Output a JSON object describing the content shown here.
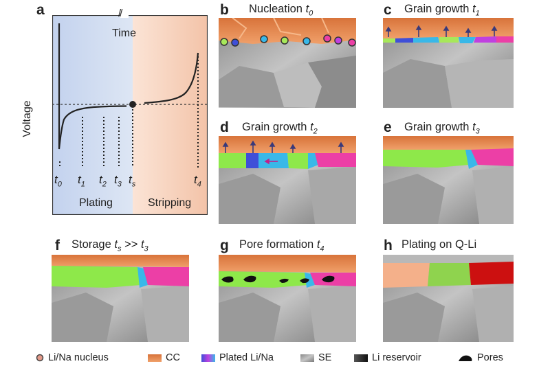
{
  "panels": {
    "a": {
      "label": "a",
      "time_axis_label": "Time",
      "voltage_axis_label": "Voltage",
      "plating_label": "Plating",
      "stripping_label": "Stripping",
      "ticks": [
        {
          "main": "t",
          "sub": "0"
        },
        {
          "main": "t",
          "sub": "1"
        },
        {
          "main": "t",
          "sub": "2"
        },
        {
          "main": "t",
          "sub": "3"
        },
        {
          "main": "t",
          "sub": "s"
        },
        {
          "main": "t",
          "sub": "4"
        }
      ],
      "axis_break": "//",
      "colors": {
        "plating_bg": "#c9d6ee",
        "stripping_bg": "#f6d2bf",
        "curve": "#222222"
      }
    },
    "b": {
      "label": "b",
      "title": "Nucleation",
      "time_main": "t",
      "time_sub": "0"
    },
    "c": {
      "label": "c",
      "title": "Grain growth",
      "time_main": "t",
      "time_sub": "1"
    },
    "d": {
      "label": "d",
      "title": "Grain growth",
      "time_main": "t",
      "time_sub": "2"
    },
    "e": {
      "label": "e",
      "title": "Grain growth",
      "time_main": "t",
      "time_sub": "3"
    },
    "f": {
      "label": "f",
      "title_prefix": "Storage",
      "ts_main": "t",
      "ts_sub": "s",
      "comparator": ">>",
      "t3_main": "t",
      "t3_sub": "3"
    },
    "g": {
      "label": "g",
      "title": "Pore formation",
      "time_main": "t",
      "time_sub": "4"
    },
    "h": {
      "label": "h",
      "title": "Plating on Q-Li"
    }
  },
  "legend": [
    {
      "label": "Li/Na nucleus",
      "icon": "nucleus-icon"
    },
    {
      "label": "CC",
      "icon": "cc-swatch-icon"
    },
    {
      "label": "Plated Li/Na",
      "icon": "plated-swatch-icon"
    },
    {
      "label": "SE",
      "icon": "se-swatch-icon"
    },
    {
      "label": "Li reservoir",
      "icon": "reservoir-swatch-icon"
    },
    {
      "label": "Pores",
      "icon": "pore-icon"
    }
  ],
  "colors": {
    "cc": "#e8894f",
    "se": "#a8a8a8",
    "green": "#8ee84a",
    "magenta": "#ec3fa6",
    "cyan": "#39b8e8",
    "blue": "#3f4fd8",
    "peach": "#f4b08a",
    "lime": "#8fd34e",
    "red": "#cc1010"
  }
}
